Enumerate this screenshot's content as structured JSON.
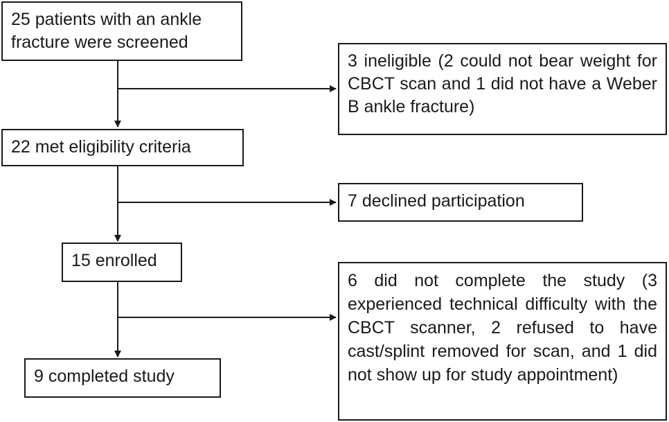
{
  "flowchart": {
    "main_steps": [
      {
        "id": "screened",
        "text": "25 patients with an ankle fracture were screened"
      },
      {
        "id": "eligible",
        "text": "22 met eligibility criteria"
      },
      {
        "id": "enrolled",
        "text": "15 enrolled"
      },
      {
        "id": "completed",
        "text": "9 completed study"
      }
    ],
    "exclusions": [
      {
        "id": "ineligible",
        "text": "3 ineligible (2 could not bear weight for CBCT scan and 1 did not have a Weber B ankle fracture)"
      },
      {
        "id": "declined",
        "text": "7 declined participation"
      },
      {
        "id": "not-completed",
        "text": "6 did not complete the study (3 experienced technical difficulty with the CBCT scanner, 2 refused to have cast/splint removed for scan, and 1 did not show up for study appointment)"
      }
    ],
    "colors": {
      "stroke": "#1a1a1a",
      "background": "#ffffff"
    }
  }
}
